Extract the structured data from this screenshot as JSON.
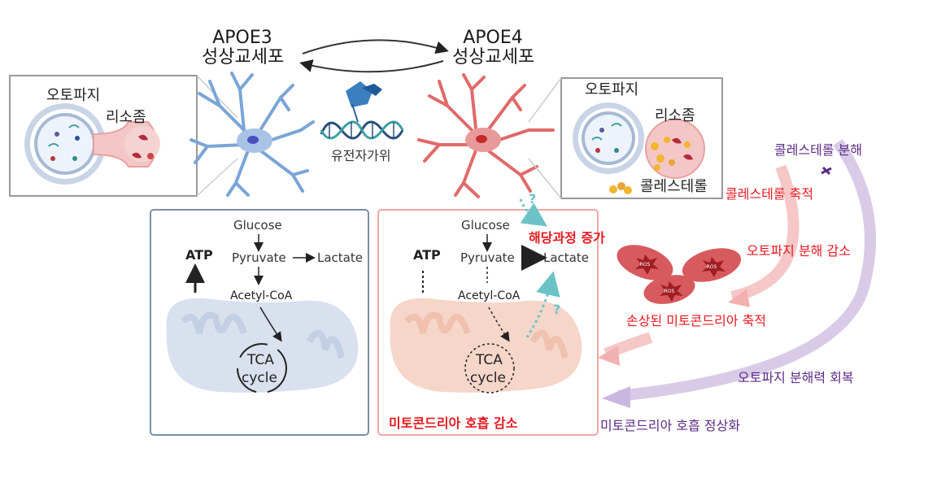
{
  "apoe3": {
    "line1": "APOE3",
    "line2": "성상교세포"
  },
  "apoe4": {
    "line1": "APOE4",
    "line2": "성상교세포"
  },
  "crispr": "유전자가위",
  "inset_left": {
    "autophagy": "오토파지",
    "lysosome": "리소좀"
  },
  "inset_right": {
    "autophagy": "오토파지",
    "lysosome": "리소좀",
    "cholesterol": "콜레스테롤"
  },
  "panel_left": {
    "glucose": "Glucose",
    "pyruvate": "Pyruvate",
    "lactate": "Lactate",
    "atp": "ATP",
    "acetyl": "Acetyl-CoA",
    "tca1": "TCA",
    "tca2": "cycle"
  },
  "panel_right": {
    "glucose": "Glucose",
    "pyruvate": "Pyruvate",
    "lactate": "Lactate",
    "atp": "ATP",
    "acetyl": "Acetyl-CoA",
    "tca1": "TCA",
    "tca2": "cycle",
    "glycolysis_up": "해당과정 증가",
    "resp_down": "미토콘드리아 호흡 감소",
    "q1": "?",
    "q2": "?"
  },
  "right_side": {
    "chol_degrade": "콜레스테롤 분해",
    "chol_accum": "콜레스테롤 축적",
    "autophagy_down": "오토파지 분해 감소",
    "damaged_mito": "손상된 미토콘드리아 축적",
    "autophagy_restore": "오토파지 분해력 회복",
    "resp_normal": "미토콘드리아 호흡 정상화",
    "ros": "ROS"
  },
  "colors": {
    "red": "#e8191f",
    "purple": "#5b2a86",
    "blue_cell": "#7aa5d6",
    "red_cell": "#e06a6a"
  }
}
